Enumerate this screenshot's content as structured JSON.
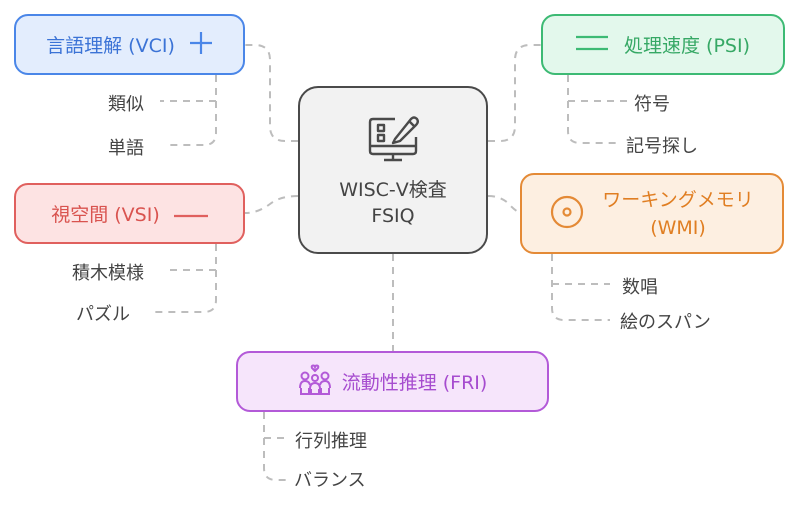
{
  "colors": {
    "vci": "#4a86e8",
    "psi": "#3dba74",
    "vsi": "#e0605e",
    "wmi": "#e48a36",
    "fri": "#b35ad8",
    "center": "#4a4a4a",
    "connector": "#bdbdbd"
  },
  "center": {
    "icon": "computer-checklist-pencil-icon",
    "line1": "WISC-Ⅴ検査",
    "line2": "FSIQ"
  },
  "branches": {
    "vci": {
      "label": "言語理解 (VCI)",
      "icon": "plus-icon",
      "items": [
        "類似",
        "単語"
      ]
    },
    "psi": {
      "label": "処理速度 (PSI)",
      "icon": "equals-icon",
      "items": [
        "符号",
        "記号探し"
      ]
    },
    "vsi": {
      "label": "視空間 (VSI)",
      "icon": "minus-icon",
      "items": [
        "積木模様",
        "パズル"
      ]
    },
    "wmi": {
      "label_line1": "ワーキングメモリ",
      "label_line2": "(WMI)",
      "icon": "target-circle-icon",
      "items": [
        "数唱",
        "絵のスパン"
      ]
    },
    "fri": {
      "label": "流動性推理 (FRI)",
      "icon": "family-heart-icon",
      "items": [
        "行列推理",
        "バランス"
      ]
    }
  }
}
